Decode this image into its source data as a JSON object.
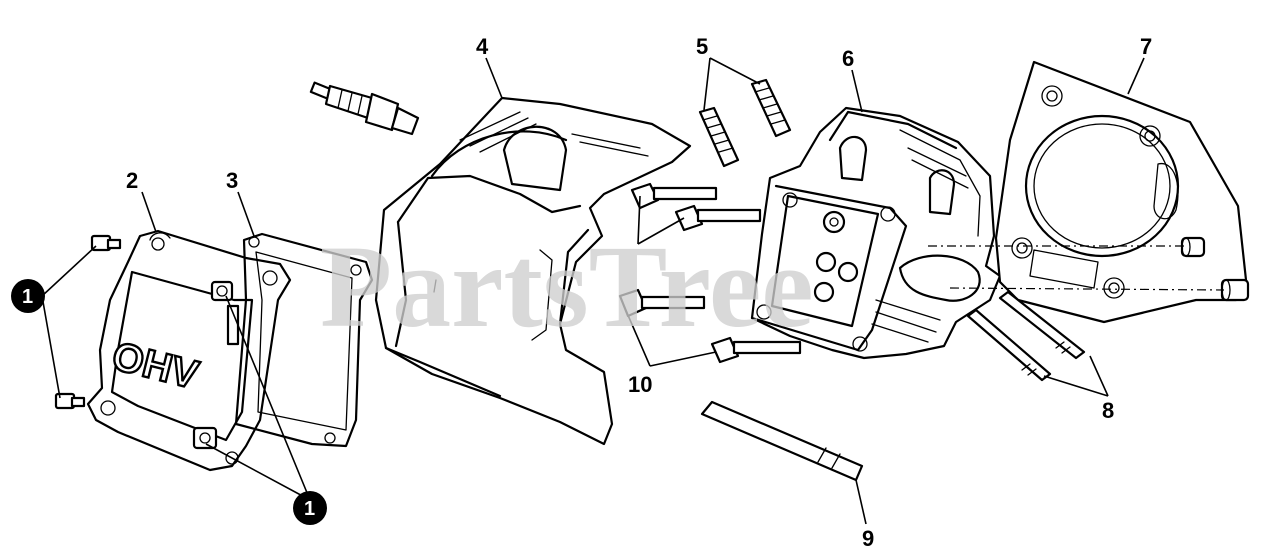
{
  "watermark": "PartsTree",
  "cover_text": "OHV",
  "callouts": {
    "n1": "1",
    "n2": "2",
    "n3": "3",
    "n4": "4",
    "n5": "5",
    "n6": "6",
    "n7": "7",
    "n8": "8",
    "n9": "9",
    "n10": "10"
  }
}
